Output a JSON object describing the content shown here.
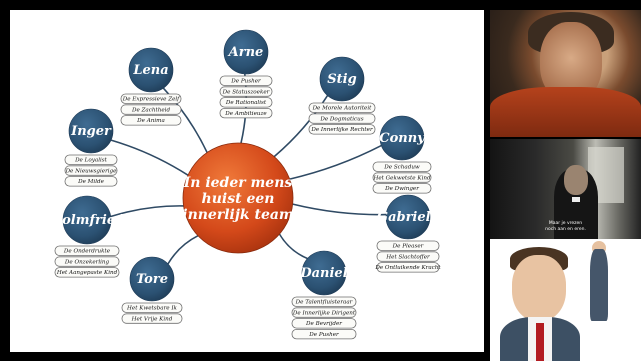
{
  "colors": {
    "node": "#2b5172",
    "center": "#d4491a",
    "spoke": "#2f4a64",
    "slide_bg": "#ffffff",
    "page_bg": "#000000"
  },
  "diagram": {
    "center_lines": [
      "In ieder mens",
      "huist een",
      "innerlijk team"
    ],
    "nodes": [
      {
        "name": "Arne",
        "traits": [
          "De Pusher",
          "De Statuszoeker",
          "De Rationalist",
          "De Ambitieuze"
        ]
      },
      {
        "name": "Stig",
        "traits": [
          "De Morele Autoriteit",
          "De Dogmaticus",
          "De Innerlijke Rechter"
        ]
      },
      {
        "name": "Conny",
        "traits": [
          "De Schaduw",
          "Het Gekwetste Kind",
          "De Dwinger"
        ]
      },
      {
        "name": "Gabriela",
        "traits": [
          "De Pleaser",
          "Het Slachtoffer",
          "De Ontluikende Kracht"
        ]
      },
      {
        "name": "Daniel",
        "traits": [
          "De Talentfluisteraar",
          "De Innerlijke Dirigent",
          "De Bevrijder",
          "De Pusher"
        ]
      },
      {
        "name": "Tore",
        "traits": [
          "Het Kwetsbare Ik",
          "Het Vrije Kind"
        ]
      },
      {
        "name": "Holmfried",
        "traits": [
          "De Onderdrukte",
          "De Onzekerling",
          "Het Aangepaste Kind"
        ]
      },
      {
        "name": "Inger",
        "traits": [
          "De Loyalist",
          "De Nieuwsgierige",
          "De Milde"
        ]
      },
      {
        "name": "Lena",
        "traits": [
          "De Expressieve Zelf",
          "De Zachtheid",
          "De Anima"
        ]
      }
    ]
  },
  "photos": {
    "subtitle_lines": [
      "Maar je vrezen",
      "noch aan en eren."
    ]
  }
}
